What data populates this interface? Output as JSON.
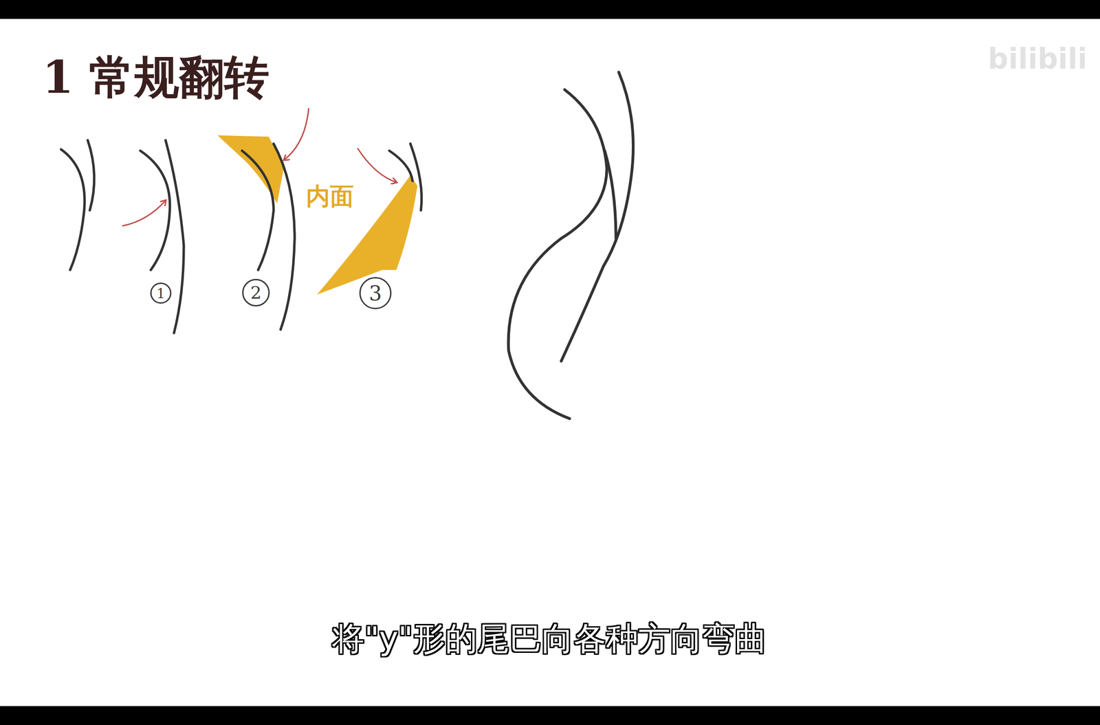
{
  "diagram": {
    "title": "1 常规翻转",
    "caption": "将\"y\"形的尾巴向各种方向弯曲",
    "labels": [
      "内面",
      "1",
      "2",
      "3",
      "bilibili"
    ]
  }
}
